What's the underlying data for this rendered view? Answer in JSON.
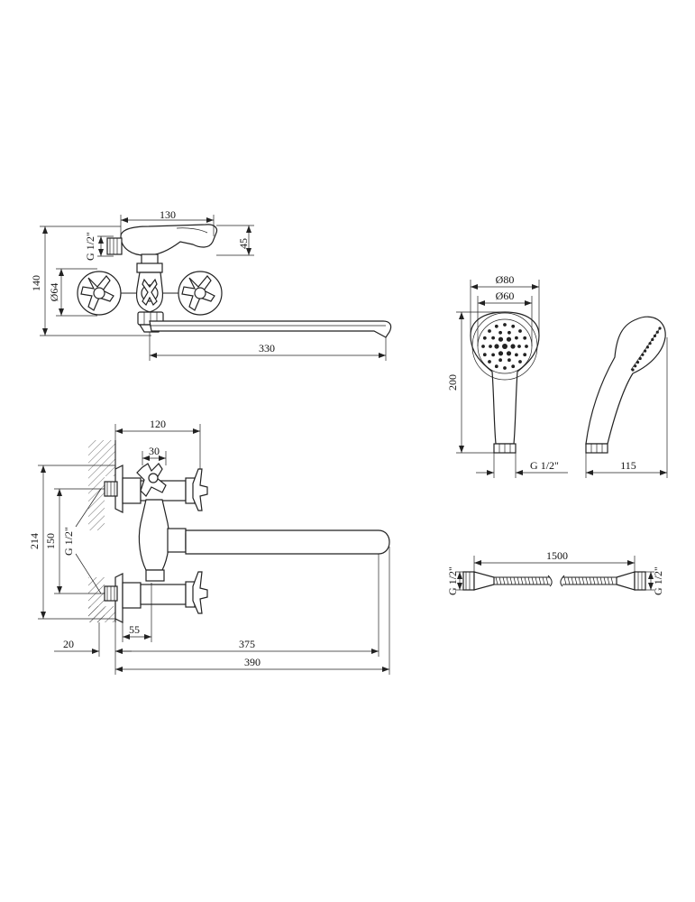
{
  "views": {
    "top": {
      "dim_width": "130",
      "dim_thread": "G 1/2\"",
      "dim_lever": "45",
      "dim_height": "140",
      "dim_handle": "Ø64",
      "dim_spout": "330"
    },
    "front": {
      "dim_spread": "120",
      "dim_center": "30",
      "dim_total_h": "214",
      "dim_inlet_h": "150",
      "dim_thread": "G 1/2\"",
      "dim_55": "55",
      "dim_20": "20",
      "dim_375": "375",
      "dim_390": "390"
    },
    "shower_head": {
      "dim_outer": "Ø80",
      "dim_inner": "Ø60",
      "dim_length": "200",
      "dim_thread": "G 1/2\"",
      "dim_side": "115"
    },
    "hose": {
      "dim_length": "1500",
      "dim_thread_left": "G 1/2\"",
      "dim_thread_right": "G 1/2\""
    }
  }
}
